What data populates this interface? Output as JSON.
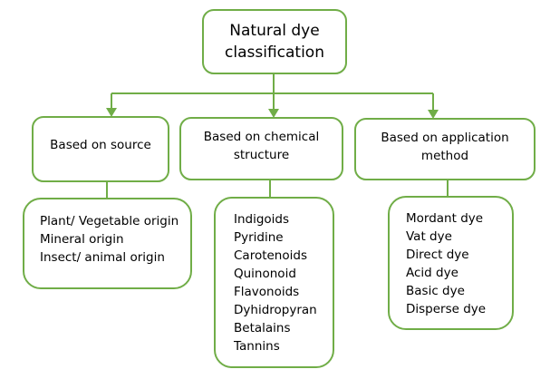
{
  "diagram": {
    "type": "hierarchy",
    "accent_color": "#70ad47",
    "root": {
      "label": "Natural dye\nclassification"
    },
    "categories": [
      {
        "label": "Based on source",
        "items": [
          "Plant/ Vegetable origin",
          "Mineral origin",
          "Insect/ animal origin"
        ]
      },
      {
        "label": "Based on chemical\nstructure",
        "items": [
          "Indigoids",
          "Pyridine",
          "Carotenoids",
          "Quinonoid",
          "Flavonoids",
          "Dyhidropyran",
          "Betalains",
          "Tannins"
        ]
      },
      {
        "label": "Based on application\nmethod",
        "items": [
          "Mordant dye",
          "Vat dye",
          "Direct dye",
          "Acid dye",
          "Basic dye",
          "Disperse dye"
        ]
      }
    ]
  }
}
